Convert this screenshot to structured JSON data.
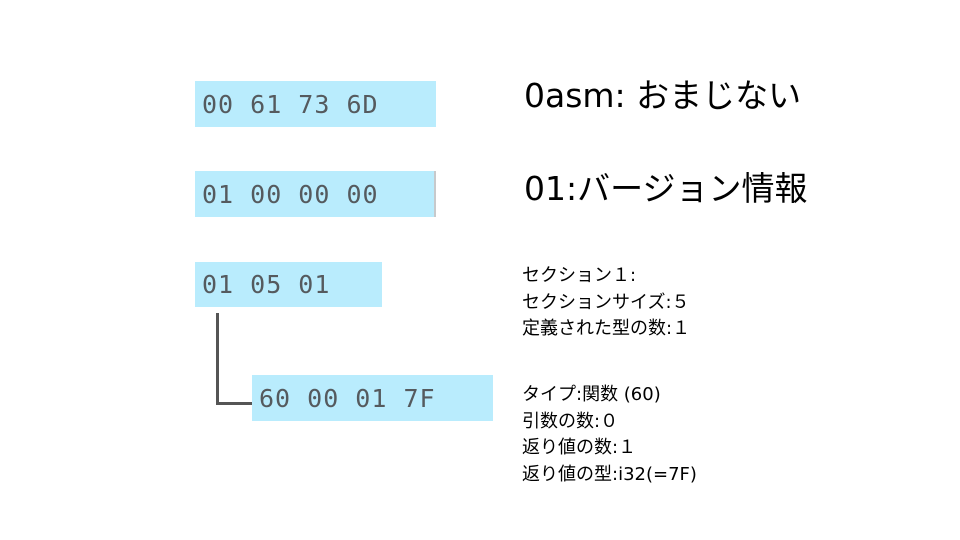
{
  "diagram": {
    "colors": {
      "hex_box_background": "#b9ecfd",
      "hex_text": "#555a5e",
      "connector": "#555555",
      "label_text": "#000000"
    },
    "rows": [
      {
        "hex": "00 61 73 6D",
        "label": "0asm: おまじない"
      },
      {
        "hex": "01 00 00 00",
        "label": "01:バージョン情報"
      },
      {
        "hex": "01 05 01",
        "description": [
          "セクション１:",
          "セクションサイズ:５",
          "定義された型の数:１"
        ]
      },
      {
        "hex": "60 00 01 7F",
        "description": [
          "タイプ:関数 (60)",
          "引数の数:０",
          "返り値の数:１",
          "返り値の型:i32(=7F)"
        ]
      }
    ]
  }
}
